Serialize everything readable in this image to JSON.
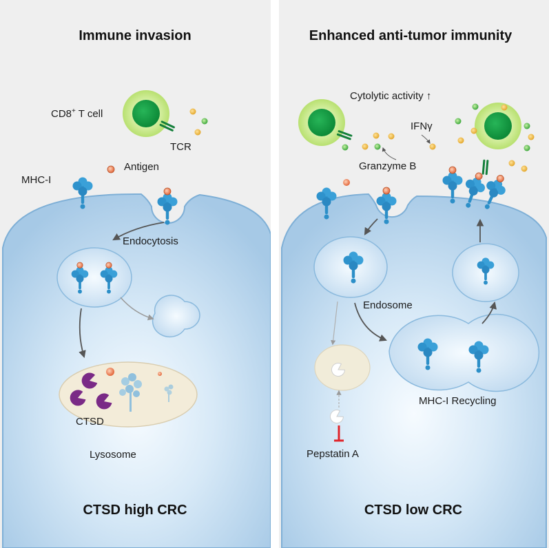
{
  "left": {
    "title": "Immune invasion",
    "labels": {
      "t_cell": "CD8",
      "t_cell_sup": "+",
      "t_cell_rest": " T cell",
      "tcr": "TCR",
      "antigen": "Antigen",
      "mhc": "MHC-I",
      "endocytosis": "Endocytosis",
      "ctsd": "CTSD",
      "lysosome": "Lysosome"
    },
    "bottom": "CTSD high CRC"
  },
  "right": {
    "title": "Enhanced anti-tumor immunity",
    "labels": {
      "cytolytic": "Cytolytic activity ↑",
      "ifn": "IFNγ",
      "granzyme": "Granzyme B",
      "endosome": "Endosome",
      "recycling": "MHC-I Recycling",
      "pepstatin": "Pepstatin A"
    },
    "bottom": "CTSD low CRC"
  },
  "colors": {
    "panel_bg": "#eeeeee",
    "cell_edge": "#7fb0d6",
    "cell_fill": "#a9cbe8",
    "mhc": "#3a9fd6",
    "tcell_outer": "#c6e886",
    "tcell_nucleus": "#1aa24a",
    "granzyme": "#e8b93a",
    "ifn": "#5cbf3a",
    "cathepsin": "#7a2a86",
    "inhibitor": "#e0242a"
  }
}
